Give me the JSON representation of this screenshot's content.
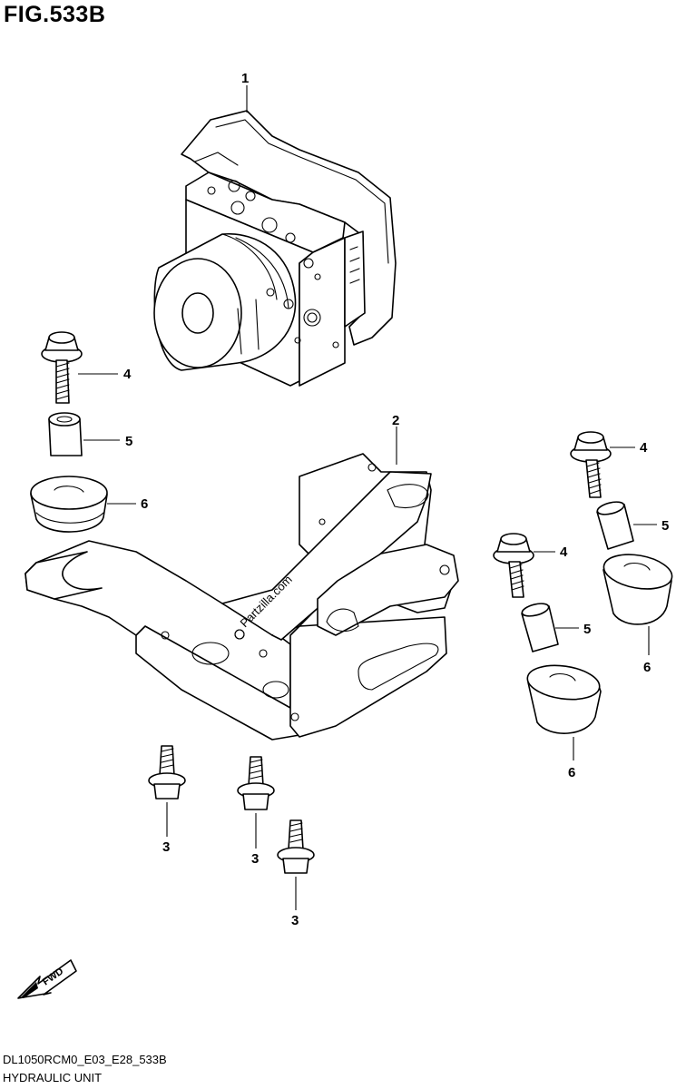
{
  "figure": {
    "title": "FIG.533B",
    "code": "DL1050RCM0_E03_E28_533B",
    "name": "HYDRAULIC UNIT",
    "watermark": "Partzilla.com",
    "fwd_label": "FWD"
  },
  "callouts": [
    "1",
    "2",
    "3",
    "3",
    "3",
    "4",
    "4",
    "4",
    "5",
    "5",
    "5",
    "6",
    "6",
    "6"
  ]
}
